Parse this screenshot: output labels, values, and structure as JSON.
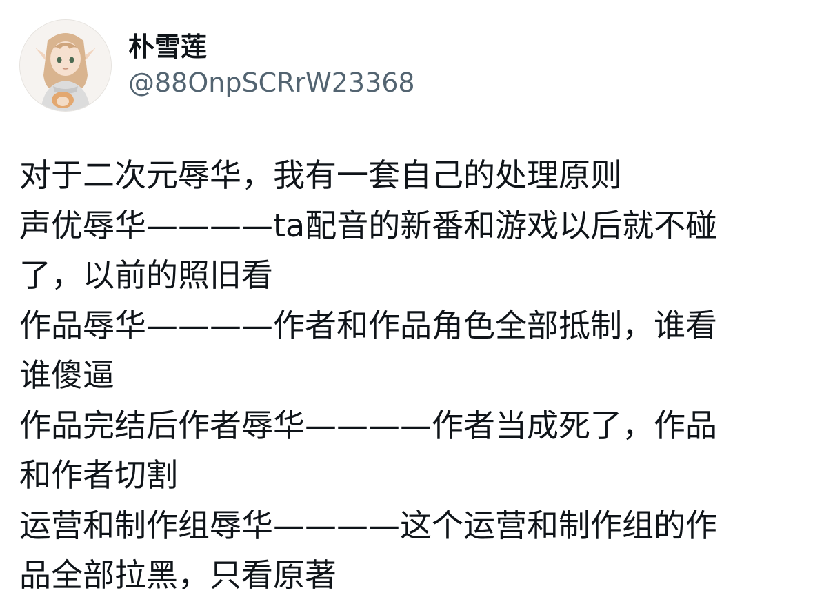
{
  "author": {
    "display_name": "朴雪莲",
    "handle": "@88OnpSCRrW23368",
    "avatar_icon": "anime-girl-avatar-icon"
  },
  "post": {
    "lines": [
      "对于二次元辱华，我有一套自己的处理原则",
      "声优辱华————ta配音的新番和游戏以后就不碰",
      "了，以前的照旧看",
      "作品辱华————作者和作品角色全部抵制，谁看",
      "谁傻逼",
      "作品完结后作者辱华————作者当成死了，作品",
      "和作者切割",
      "运营和制作组辱华————这个运营和制作组的作",
      "品全部拉黑，只看原著"
    ]
  }
}
